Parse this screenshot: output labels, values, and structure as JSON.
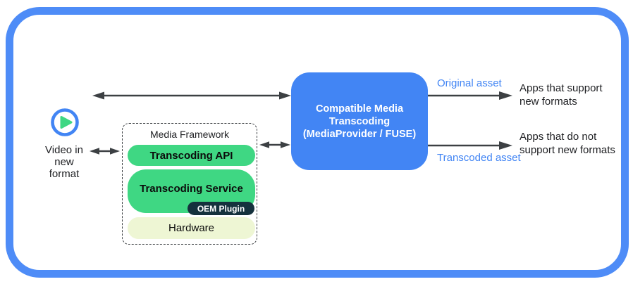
{
  "colors": {
    "frame_blue": "#4e8cf7",
    "box_blue": "#4285f4",
    "green": "#3fd783",
    "navy": "#15313d",
    "pale_yellow": "#eef6d4",
    "arrow_gray": "#3c4043",
    "label_blue": "#4285f4",
    "text_dark": "#202124"
  },
  "source": {
    "label": "Video in\nnew\nformat",
    "icon": "play-circle-icon"
  },
  "media_framework": {
    "title": "Media Framework",
    "api_label": "Transcoding API",
    "service_label": "Transcoding Service",
    "oem_plugin_label": "OEM Plugin",
    "hardware_label": "Hardware"
  },
  "transcoding_box": {
    "title": "Compatible Media\nTranscoding",
    "subtitle": "(MediaProvider / FUSE)"
  },
  "flows": {
    "original_asset_label": "Original asset",
    "transcoded_asset_label": "Transcoded asset"
  },
  "outputs": {
    "apps_support": "Apps that support\nnew formats",
    "apps_no_support": "Apps that do not\nsupport new formats"
  }
}
